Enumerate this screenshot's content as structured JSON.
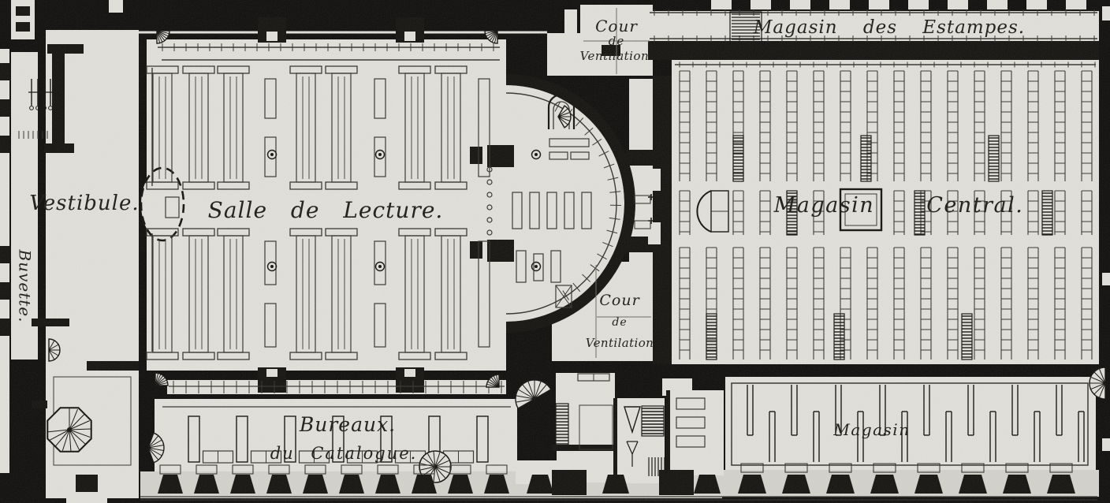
{
  "plan": {
    "labels": {
      "vestibule": "Vestibule.",
      "buvette": "Buvette.",
      "salle_de_lecture": "Salle de Lecture.",
      "cour_ventilation_nord": {
        "l1": "Cour",
        "l2": "de",
        "l3": "Ventilation."
      },
      "cour_ventilation_sud": {
        "l1": "Cour",
        "l2": "de",
        "l3": "Ventilation"
      },
      "magasin_des_estampes": "Magasin des Estampes.",
      "magasin_central": "Magasin Central.",
      "bureaux_line1": "Bureaux.",
      "bureaux_line2": "du Catalogue.",
      "magasin_sud": "Magasin"
    },
    "colors": {
      "paper": "#e1e0db",
      "ground": "#d3d2cc",
      "ink": "#13120f",
      "line": "#34332e",
      "text": "#26251f"
    }
  }
}
